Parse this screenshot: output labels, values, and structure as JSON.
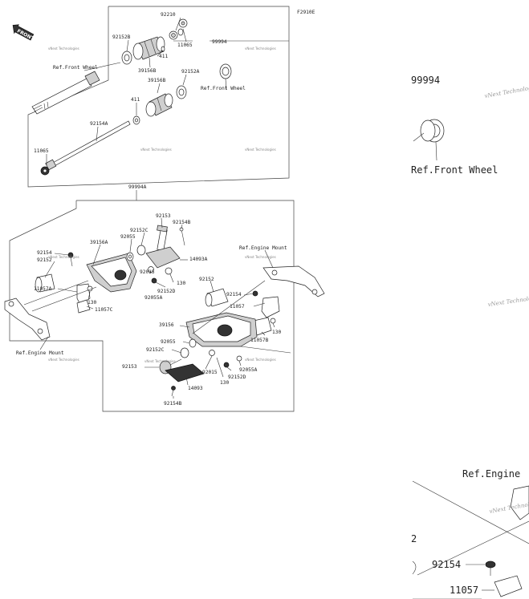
{
  "figure_code": "F2910E",
  "front_badge": "FRONT",
  "watermark": "vNext Technologies",
  "top_assembly": {
    "kit_id": "99994",
    "labels": {
      "p92210": "92210",
      "p92152B": "92152B",
      "p411_upper": "411",
      "p11065_upper": "11065",
      "p39156B_upper": "39156B",
      "ref_front_wheel_left": "Ref.Front Wheel",
      "p39156B_lower": "39156B",
      "p92152A": "92152A",
      "ref_front_wheel_right": "Ref.Front Wheel",
      "p411_lower": "411",
      "p92154A": "92154A",
      "p11065_lower": "11065"
    }
  },
  "bottom_assembly": {
    "kit_id": "99994A",
    "labels": {
      "p92153_top": "92153",
      "p92154B_top": "92154B",
      "p92152C_top": "92152C",
      "p92055_top": "92055",
      "p39156A": "39156A",
      "p92154_left": "92154",
      "p92152_left": "92152",
      "p14093A": "14093A",
      "p92015_top": "92015",
      "p130_top": "130",
      "p92152D_top": "92152D",
      "p92055A_top": "92055A",
      "p11057A": "11057A",
      "p130_mid": "130",
      "p11057C": "11057C",
      "ref_engine_mount_left": "Ref.Engine Mount",
      "ref_engine_mount_right": "Ref.Engine Mount",
      "p92152_right": "92152",
      "p92154_right": "92154",
      "p11057": "11057",
      "p130_right": "130",
      "p39156": "39156",
      "p11057B": "11057B",
      "p92055_bottom": "92055",
      "p92152C_bottom": "92152C",
      "p92153_bottom": "92153",
      "p92015_bottom": "92015",
      "p92055A_bottom": "92055A",
      "p92152D_bottom": "92152D",
      "p130_bottom": "130",
      "p14093": "14093",
      "p92154B_bottom": "92154B"
    }
  },
  "zoom_top": {
    "kit_id": "99994",
    "ref_text": "Ref.Front Wheel"
  },
  "zoom_bottom": {
    "ref_text": "Ref.Engine",
    "part_a": "92154",
    "part_b": "11057",
    "part_c": "2"
  }
}
